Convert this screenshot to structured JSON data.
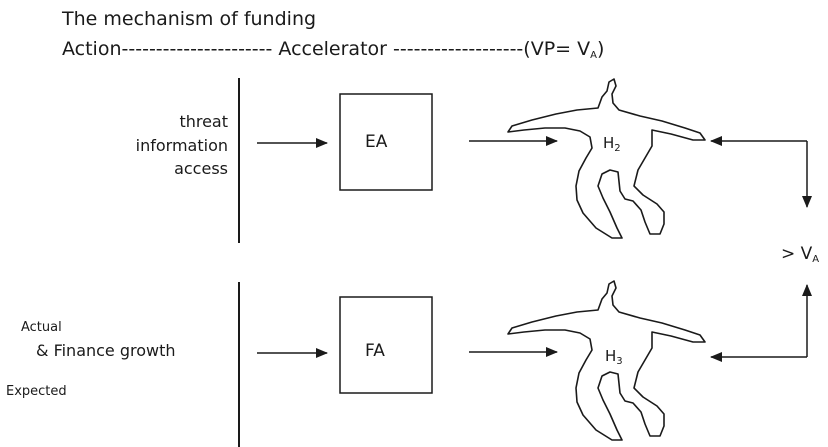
{
  "title": "The mechanism of funding",
  "subtitle": {
    "left": "Action",
    "dashes1": "----------------------",
    "middle": "Accelerator",
    "dashes2": "-------------------",
    "right_open": "(VP= V",
    "right_sub": "A",
    "right_close": ")"
  },
  "top_row": {
    "labels": [
      "threat",
      "information",
      "access"
    ],
    "box_label": "EA",
    "figure_label": "H",
    "figure_sub": "2"
  },
  "bottom_row": {
    "label_actual": "Actual",
    "label_finance": "& Finance growth",
    "label_expected": "Expected",
    "box_label": "FA",
    "figure_label": "H",
    "figure_sub": "3"
  },
  "output": {
    "prefix": "> V",
    "sub": "A"
  }
}
